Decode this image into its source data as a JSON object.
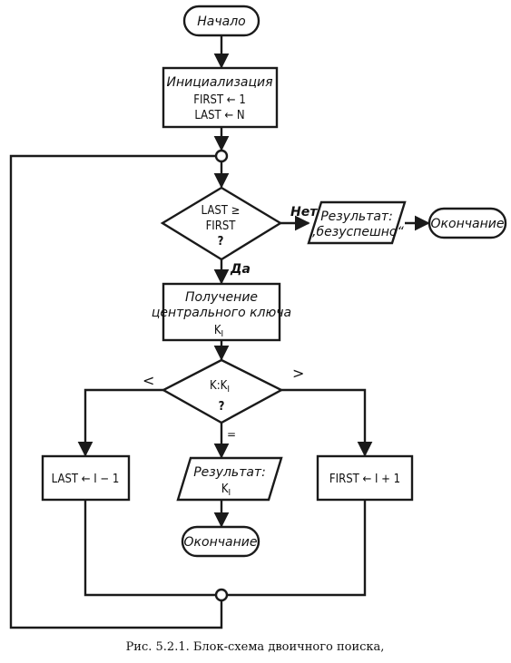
{
  "terminals": {
    "start": "Начало",
    "end_fail": "Окончание",
    "end_found": "Окончание"
  },
  "init": {
    "title": "Инициализация",
    "line1": "FIRST ← 1",
    "line2": "LAST ← N"
  },
  "decision1": {
    "line1": "LAST ≥",
    "line2": "FIRST",
    "q": "?"
  },
  "result_fail": {
    "line1": "Результат:",
    "line2": "„безуспешно“"
  },
  "midkey": {
    "line1": "Получение",
    "line2": "центрального ключа",
    "line3": "K",
    "line3_sub": "I"
  },
  "decision2": {
    "line1": "K:K",
    "line1_sub": "I",
    "q": "?"
  },
  "set_last": "LAST ← I − 1",
  "set_first": "FIRST ← I + 1",
  "result_found": {
    "line1": "Результат:",
    "line2": "K",
    "line2_sub": "I"
  },
  "labels": {
    "no": "Нет",
    "yes": "Да",
    "less": "<",
    "greater": ">",
    "equal": "="
  },
  "caption": "Рис. 5.2.1. Блок-схема двоичного поиска,"
}
